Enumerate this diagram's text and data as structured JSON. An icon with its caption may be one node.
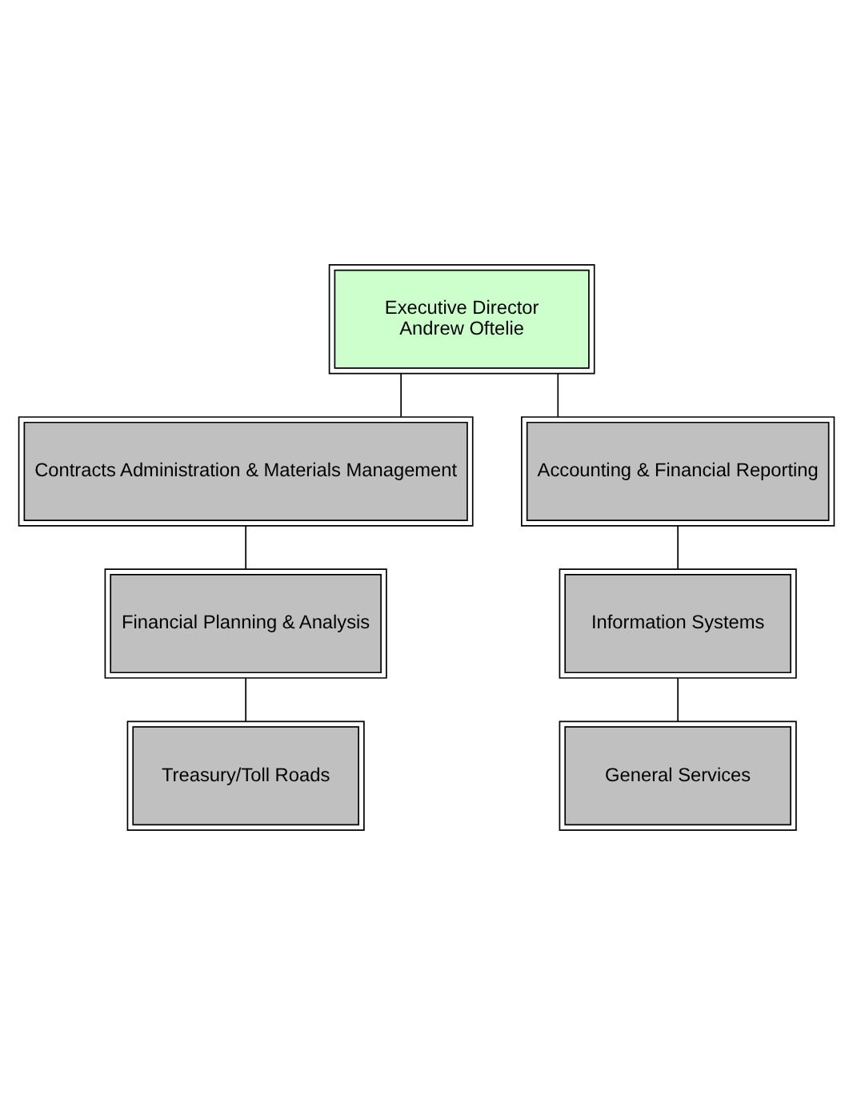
{
  "diagram": {
    "nodes": [
      {
        "text": [
          "Executive Director",
          "Andrew Oftelie"
        ]
      },
      {
        "text": [
          "Contracts Administration & Materials Management"
        ]
      },
      {
        "text": [
          "Accounting & Financial Reporting"
        ]
      },
      {
        "text": [
          "Financial Planning & Analysis"
        ]
      },
      {
        "text": [
          "Information Systems"
        ]
      },
      {
        "text": [
          "Treasury/Toll Roads"
        ]
      },
      {
        "text": [
          "General Services"
        ]
      }
    ],
    "edges": [
      {
        "from": 0,
        "to": 1,
        "arrow": "none"
      },
      {
        "from": 0,
        "to": 2,
        "arrow": "none"
      },
      {
        "from": 1,
        "to": 3,
        "arrow": "none"
      },
      {
        "from": 3,
        "to": 5,
        "arrow": "none"
      },
      {
        "from": 2,
        "to": 4,
        "arrow": "none"
      },
      {
        "from": 4,
        "to": 6,
        "arrow": "none"
      }
    ]
  }
}
